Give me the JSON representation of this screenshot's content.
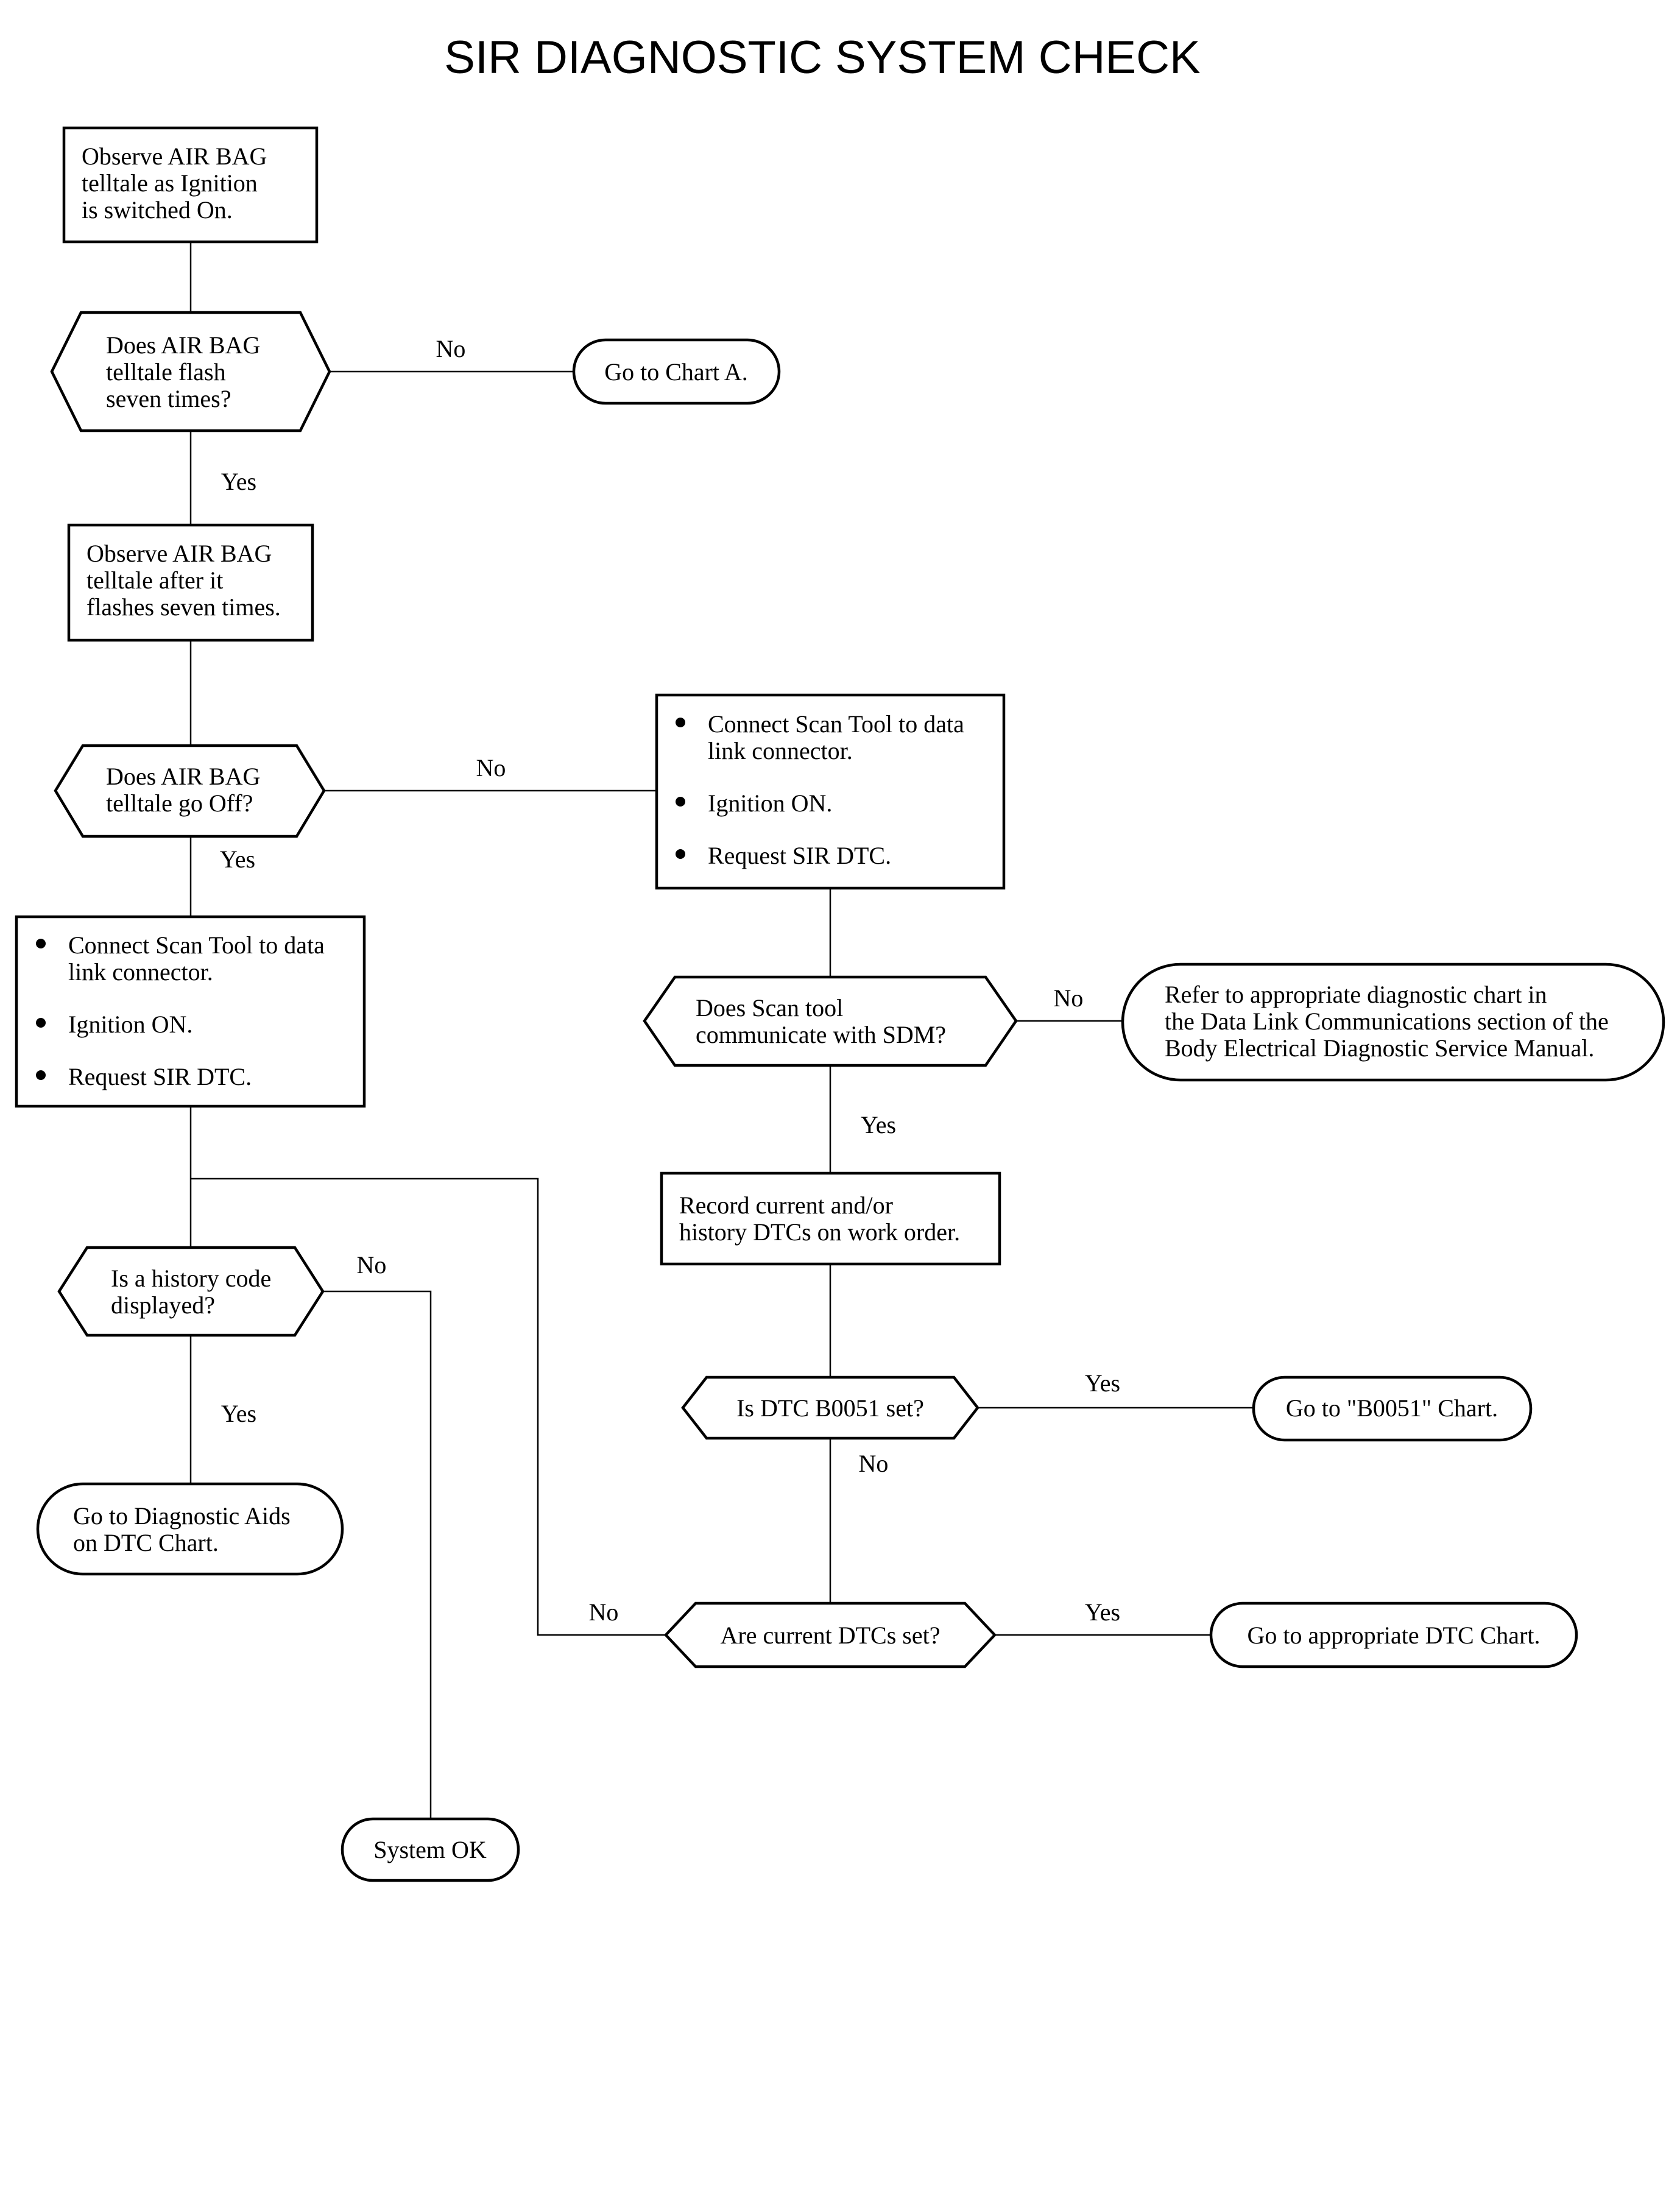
{
  "title": "SIR DIAGNOSTIC SYSTEM CHECK",
  "nodes": {
    "observe_on": [
      "Observe AIR BAG",
      "telltale as Ignition",
      "is switched On."
    ],
    "flash_q": [
      "Does AIR BAG",
      "telltale flash",
      "seven times?"
    ],
    "chart_a": [
      "Go to Chart A."
    ],
    "observe_after": [
      "Observe AIR BAG",
      "telltale after it",
      "flashes seven times."
    ],
    "off_q": [
      "Does AIR BAG",
      "telltale go Off?"
    ],
    "scan_right": {
      "bullets": [
        [
          "Connect Scan Tool to data",
          "link connector."
        ],
        [
          "Ignition ON."
        ],
        [
          "Request SIR DTC."
        ]
      ]
    },
    "scan_left": {
      "bullets": [
        [
          "Connect Scan Tool to data",
          "link connector."
        ],
        [
          "Ignition ON."
        ],
        [
          "Request SIR DTC."
        ]
      ]
    },
    "comm_q": [
      "Does Scan tool",
      "communicate with SDM?"
    ],
    "refer": [
      "Refer to appropriate diagnostic chart in",
      "the Data Link Communications section of the",
      "Body Electrical Diagnostic Service Manual."
    ],
    "record": [
      "Record current and/or",
      "history DTCs on work order."
    ],
    "b0051_q": [
      "Is DTC B0051 set?"
    ],
    "b0051_chart": [
      "Go to \"B0051\" Chart."
    ],
    "history_q": [
      "Is a history code",
      "displayed?"
    ],
    "diag_aids": [
      "Go to Diagnostic Aids",
      "on DTC Chart."
    ],
    "current_q": [
      "Are current DTCs set?"
    ],
    "dtc_chart": [
      "Go to appropriate DTC Chart."
    ],
    "system_ok": [
      "System OK"
    ]
  },
  "edge_labels": {
    "flash_no": "No",
    "flash_yes": "Yes",
    "off_no": "No",
    "off_yes": "Yes",
    "comm_no": "No",
    "comm_yes": "Yes",
    "b0051_yes": "Yes",
    "b0051_no": "No",
    "history_no": "No",
    "history_yes": "Yes",
    "current_no": "No",
    "current_yes": "Yes"
  }
}
